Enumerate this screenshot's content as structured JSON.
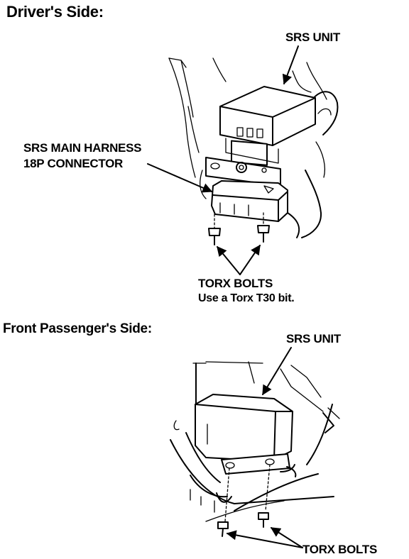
{
  "drivers_side": {
    "heading": "Driver's Side:",
    "srs_unit_label": "SRS UNIT",
    "harness_label_line1": "SRS MAIN HARNESS",
    "harness_label_line2": "18P CONNECTOR",
    "torx_label": "TORX BOLTS",
    "torx_note": "Use a Torx T30 bit."
  },
  "passenger_side": {
    "heading": "Front Passenger's Side:",
    "srs_unit_label": "SRS UNIT",
    "torx_label": "TORX BOLTS"
  }
}
